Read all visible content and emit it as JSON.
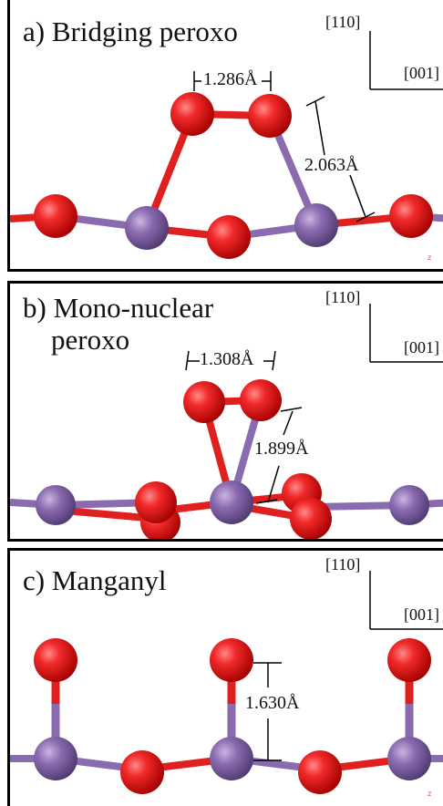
{
  "panels": [
    {
      "title": "a) Bridging peroxo",
      "axis_vertical": "[110]",
      "axis_horizontal": "[001]",
      "measurements": [
        "1.286Å",
        "2.063Å"
      ],
      "axis_marker": "z"
    },
    {
      "title": "b) Mono-nuclear\n    peroxo",
      "axis_vertical": "[110]",
      "axis_horizontal": "[001]",
      "measurements": [
        "1.308Å",
        "1.899Å"
      ]
    },
    {
      "title": "c) Manganyl",
      "axis_vertical": "[110]",
      "axis_horizontal": "[001]",
      "measurements": [
        "1.630Å"
      ],
      "axis_marker": "z"
    }
  ],
  "colors": {
    "oxygen": "#ee1c1c",
    "manganese": "#8a6bb0",
    "bond_mn": "#8a6bb0",
    "bond_o": "#e0201f",
    "frame": "#000000"
  }
}
